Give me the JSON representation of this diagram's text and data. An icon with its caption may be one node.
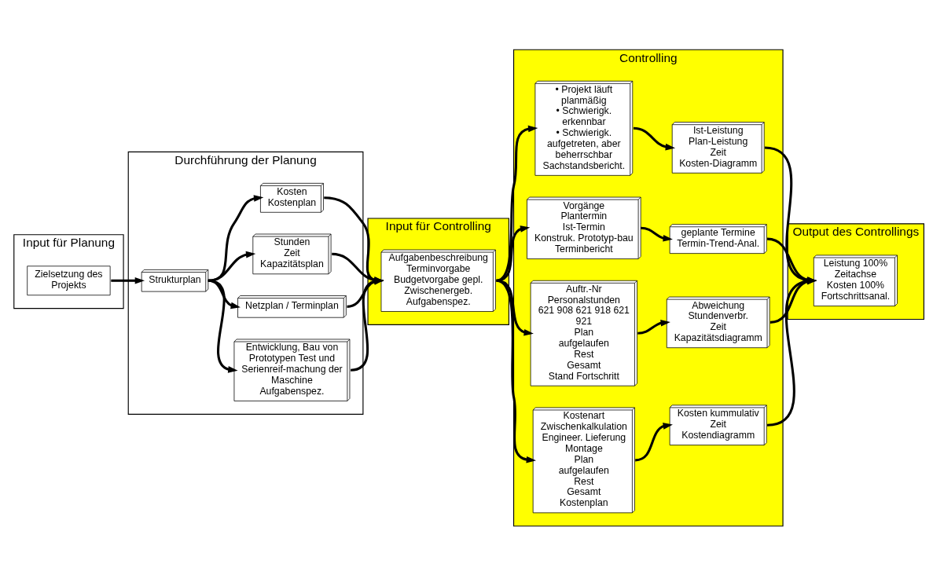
{
  "diagram": {
    "nodes": [
      {
        "text": [
          "Input für Planung"
        ]
      },
      {
        "text": [
          "Zielsetzung des Projekts"
        ],
        "in": 0
      },
      {
        "text": [
          "Durchführung der Planung"
        ]
      },
      {
        "text": [
          "Strukturplan"
        ],
        "in": 2
      },
      {
        "text": [
          "Entwicklung, Bau von Prototypen Test und Serienreif-machung der Maschine",
          "Aufgabenspez."
        ],
        "in": 2
      },
      {
        "text": [
          "Netzplan / Terminplan"
        ],
        "in": 2
      },
      {
        "text": [
          "Stunden",
          "Zeit",
          "Kapazitätsplan"
        ],
        "in": 2
      },
      {
        "text": [
          "Kosten",
          "Kostenplan"
        ],
        "in": 2
      },
      {
        "text": [
          "Input für Controlling"
        ]
      },
      {
        "text": [
          "Aufgabenbeschreibung Terminvorgabe Budgetvorgabe gepl. Zwischenergeb.",
          "Aufgabenspez."
        ],
        "in": 8
      },
      {
        "text": [
          "Controlling"
        ]
      },
      {
        "text": [
          "• Projekt läuft planmäßig",
          "• Schwierigk. erkennbar",
          "• Schwierigk. aufgetreten, aber beherrschbar",
          "Sachstandsbericht."
        ],
        "in": 10
      },
      {
        "text": [
          "Ist-Leistung",
          "Plan-Leistung",
          "Zeit",
          "Kosten-Diagramm"
        ],
        "in": 10
      },
      {
        "text": [
          "Vorgänge",
          "Plantermin",
          "Ist-Termin",
          "Konstruk. Prototyp-bau",
          "Terminbericht"
        ],
        "in": 10
      },
      {
        "text": [
          "geplante Termine",
          "Termin-Trend-Anal."
        ],
        "in": 10
      },
      {
        "text": [
          "Auftr.-Nr",
          "Personalstunden",
          "621 908 621 918 621 921",
          "Plan",
          "aufgelaufen",
          "Rest",
          "Gesamt",
          "Stand Fortschritt"
        ],
        "in": 10
      },
      {
        "text": [
          "Abweichung Stundenverbr.",
          "Zeit",
          "Kapazitätsdiagramm"
        ],
        "in": 10
      },
      {
        "text": [
          "Kostenart",
          "Zwischenkalkulation",
          "Engineer. Lieferung Montage",
          "Plan",
          "aufgelaufen",
          "Rest",
          "Gesamt",
          "Kostenplan"
        ],
        "in": 10
      },
      {
        "text": [
          "Kosten kummulativ",
          "Zeit",
          "Kostendiagramm"
        ],
        "in": 10
      },
      {
        "text": [
          "Output des Controllings"
        ]
      },
      {
        "text": [
          "Leistung 100%",
          "Zeitachse",
          "Kosten 100%",
          "Fortschrittsanal."
        ],
        "in": 19
      }
    ],
    "edges": [
      {
        "from": 1,
        "to": 3,
        "arrow": "to"
      },
      {
        "from": 3,
        "to": 4,
        "arrow": "to"
      },
      {
        "from": 3,
        "to": 5,
        "arrow": "to"
      },
      {
        "from": 3,
        "to": 6,
        "arrow": "to"
      },
      {
        "from": 3,
        "to": 7,
        "arrow": "to"
      },
      {
        "from": 4,
        "to": 9,
        "arrow": "to"
      },
      {
        "from": 5,
        "to": 9,
        "arrow": "to"
      },
      {
        "from": 6,
        "to": 9,
        "arrow": "to"
      },
      {
        "from": 7,
        "to": 9,
        "arrow": "to"
      },
      {
        "from": 9,
        "to": 11,
        "arrow": "to"
      },
      {
        "from": 9,
        "to": 13,
        "arrow": "to"
      },
      {
        "from": 9,
        "to": 15,
        "arrow": "to"
      },
      {
        "from": 9,
        "to": 17,
        "arrow": "to"
      },
      {
        "from": 11,
        "to": 12,
        "arrow": "to"
      },
      {
        "from": 13,
        "to": 14,
        "arrow": "to"
      },
      {
        "from": 15,
        "to": 16,
        "arrow": "to"
      },
      {
        "from": 17,
        "to": 18,
        "arrow": "to"
      },
      {
        "from": 12,
        "to": 20,
        "arrow": "to"
      },
      {
        "from": 14,
        "to": 20,
        "arrow": "to"
      },
      {
        "from": 16,
        "to": 20,
        "arrow": "to"
      },
      {
        "from": 18,
        "to": 20,
        "arrow": "to"
      }
    ]
  }
}
